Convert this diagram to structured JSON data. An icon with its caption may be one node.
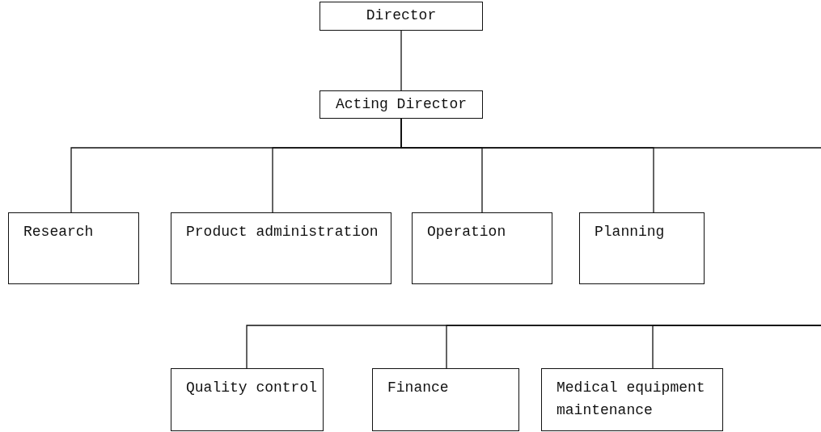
{
  "diagram": {
    "nodes": [
      {
        "text": [
          "Director"
        ]
      },
      {
        "text": [
          "Acting Director"
        ]
      },
      {
        "text": [
          "Research"
        ]
      },
      {
        "text": [
          "Product administration"
        ]
      },
      {
        "text": [
          "Operation"
        ]
      },
      {
        "text": [
          "Planning"
        ]
      },
      {
        "text": [
          "Quality control"
        ]
      },
      {
        "text": [
          "Finance"
        ]
      },
      {
        "text": [
          "Medical equipment maintenance"
        ]
      }
    ],
    "edges": [
      {
        "from": 0,
        "to": 1,
        "arrow": "none"
      },
      {
        "from": 1,
        "to": 2,
        "arrow": "none"
      },
      {
        "from": 1,
        "to": 3,
        "arrow": "none"
      },
      {
        "from": 1,
        "to": 4,
        "arrow": "none"
      },
      {
        "from": 1,
        "to": 5,
        "arrow": "none"
      },
      {
        "from": 1,
        "to": null,
        "arrow": "none"
      },
      {
        "from": null,
        "to": 6,
        "arrow": "none"
      },
      {
        "from": null,
        "to": 7,
        "arrow": "none"
      },
      {
        "from": null,
        "to": 8,
        "arrow": "none"
      }
    ]
  }
}
